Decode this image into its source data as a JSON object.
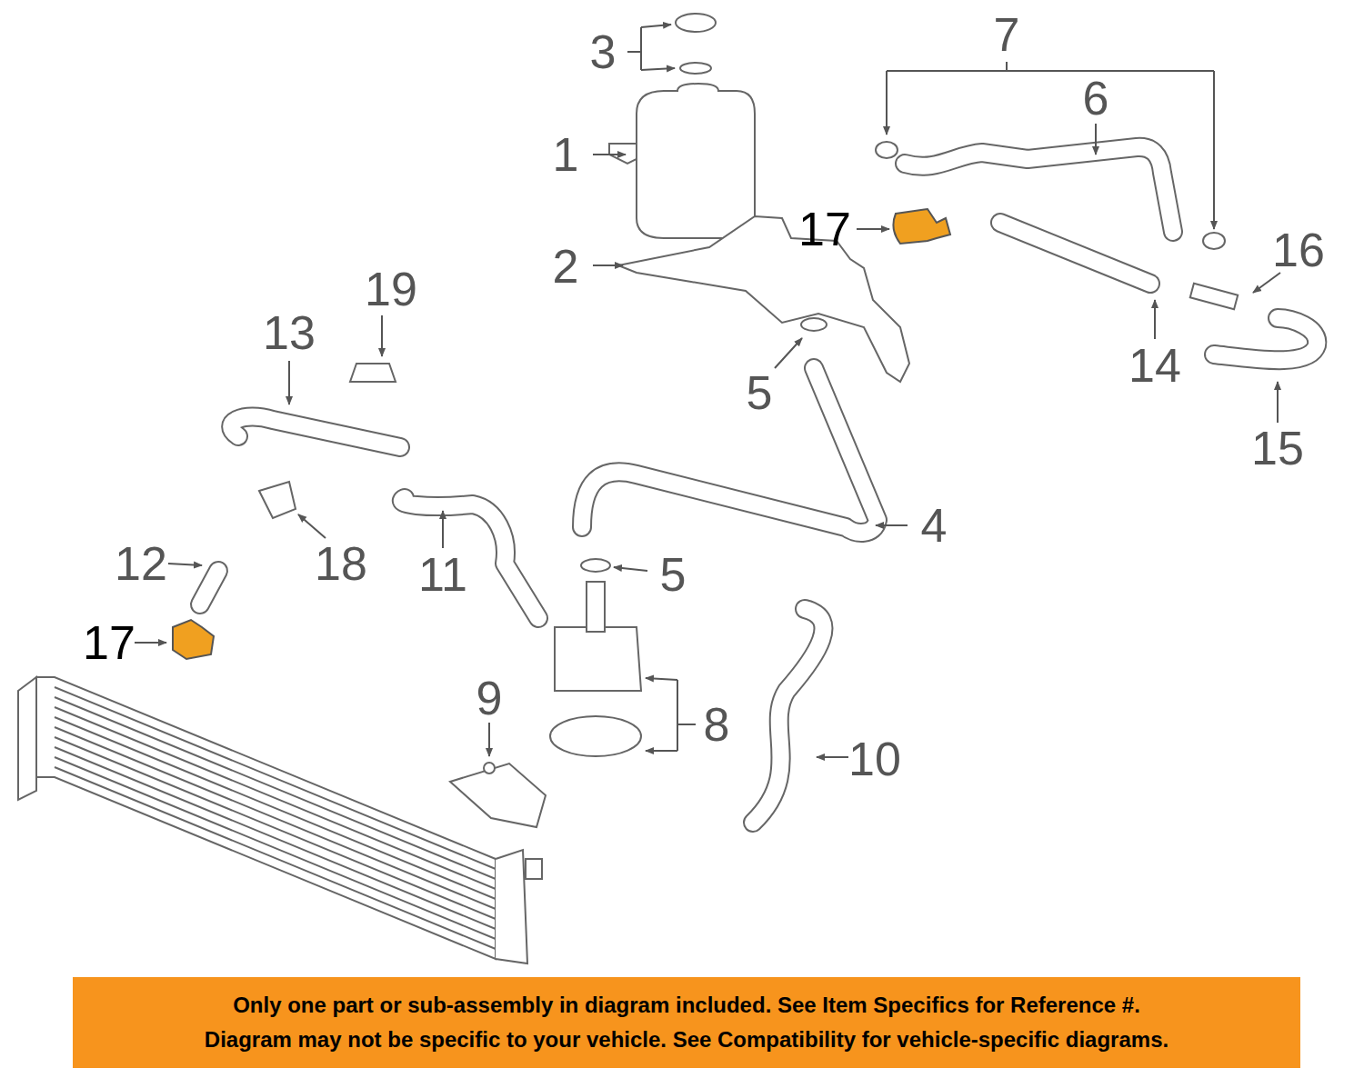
{
  "diagram": {
    "nodes": [
      {
        "text": [
          "Only one part or sub-assembly in diagram included. See Item Specifics for Reference #.",
          "Diagram may not be specific to your vehicle. See Compatibility for vehicle-specific diagrams."
        ]
      }
    ],
    "labels": [
      "7",
      "3",
      "6",
      "1",
      "17",
      "16",
      "2",
      "19",
      "13",
      "14",
      "5",
      "15",
      "4",
      "18",
      "12",
      "11",
      "5",
      "17",
      "9",
      "8",
      "10"
    ]
  }
}
